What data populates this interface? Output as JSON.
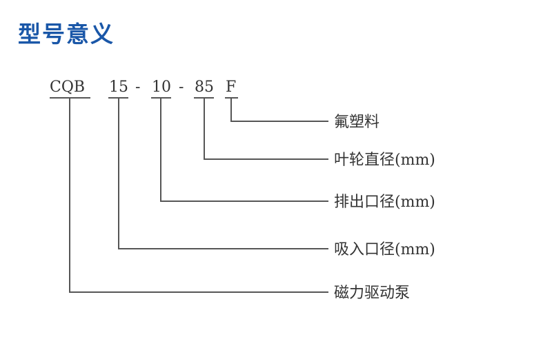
{
  "title": "型号意义",
  "model_parts": [
    {
      "code": "CQB",
      "description": "磁力驱动泵"
    },
    {
      "code": "15",
      "description": "吸入口径(mm)"
    },
    {
      "code": "10",
      "description": "排出口径(mm)"
    },
    {
      "code": "85",
      "description": "叶轮直径(mm)"
    },
    {
      "code": "F",
      "description": "氟塑料"
    }
  ],
  "separators": [
    "-",
    "-"
  ],
  "colors": {
    "title": "#1a57a8",
    "text": "#333333",
    "line": "#555555"
  }
}
